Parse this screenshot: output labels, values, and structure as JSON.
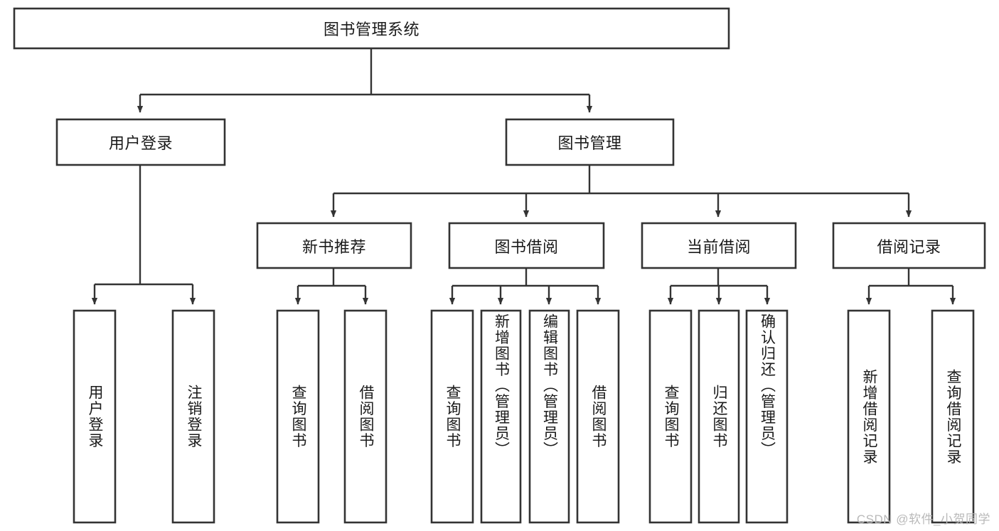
{
  "diagram": {
    "title": "图书管理系统",
    "type": "tree-hierarchy",
    "watermark": "CSDN @软件_小贺同学",
    "root": {
      "id": "root",
      "label": "图书管理系统"
    },
    "level2": [
      {
        "id": "user-login",
        "label": "用户登录"
      },
      {
        "id": "book-manage",
        "label": "图书管理"
      }
    ],
    "level3": [
      {
        "id": "new-book-recommend",
        "label": "新书推荐",
        "parent": "book-manage"
      },
      {
        "id": "book-borrow",
        "label": "图书借阅",
        "parent": "book-manage"
      },
      {
        "id": "current-borrow",
        "label": "当前借阅",
        "parent": "book-manage"
      },
      {
        "id": "borrow-record",
        "label": "借阅记录",
        "parent": "book-manage"
      }
    ],
    "leaves": [
      {
        "id": "leaf-user-login",
        "label": "用户登录",
        "parent": "user-login"
      },
      {
        "id": "leaf-logout-login",
        "label": "注销登录",
        "parent": "user-login"
      },
      {
        "id": "leaf-query-book-1",
        "label": "查询图书",
        "parent": "new-book-recommend"
      },
      {
        "id": "leaf-borrow-book-1",
        "label": "借阅图书",
        "parent": "new-book-recommend"
      },
      {
        "id": "leaf-query-book-2",
        "label": "查询图书",
        "parent": "book-borrow"
      },
      {
        "id": "leaf-add-book",
        "label": "新增图书（管理员）",
        "parent": "book-borrow"
      },
      {
        "id": "leaf-edit-book",
        "label": "编辑图书（管理员）",
        "parent": "book-borrow"
      },
      {
        "id": "leaf-borrow-book-2",
        "label": "借阅图书",
        "parent": "book-borrow"
      },
      {
        "id": "leaf-query-book-3",
        "label": "查询图书",
        "parent": "current-borrow"
      },
      {
        "id": "leaf-return-book",
        "label": "归还图书",
        "parent": "current-borrow"
      },
      {
        "id": "leaf-confirm-return",
        "label": "确认归还（管理员）",
        "parent": "current-borrow"
      },
      {
        "id": "leaf-add-record",
        "label": "新增借阅记录",
        "parent": "borrow-record"
      },
      {
        "id": "leaf-query-record",
        "label": "查询借阅记录",
        "parent": "borrow-record"
      }
    ],
    "colors": {
      "stroke": "#333333",
      "fill": "#ffffff",
      "text": "#1a1a1a",
      "watermark": "#b9b9b9"
    }
  }
}
